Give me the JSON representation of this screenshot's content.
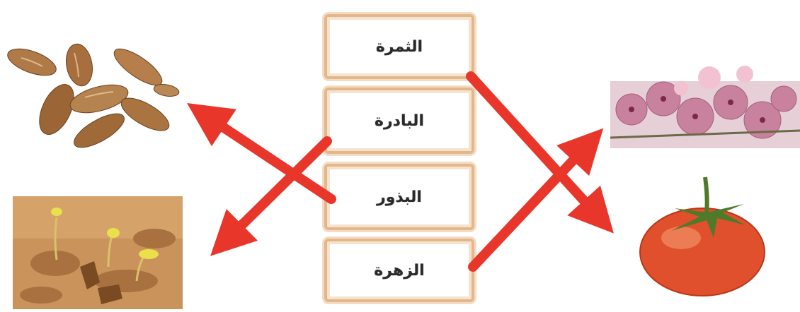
{
  "labels": [
    {
      "id": "fruit",
      "text": "الثمرة"
    },
    {
      "id": "seedling",
      "text": "البادرة"
    },
    {
      "id": "seeds",
      "text": "البذور"
    },
    {
      "id": "flower",
      "text": "الزهرة"
    }
  ],
  "images": [
    {
      "id": "seeds",
      "icon": "wheat-seeds-image"
    },
    {
      "id": "seedling",
      "icon": "sprouting-seedlings-image"
    },
    {
      "id": "flower",
      "icon": "pink-blossoms-image"
    },
    {
      "id": "fruit",
      "icon": "tomato-image"
    }
  ],
  "connections": [
    {
      "from": "fruit",
      "to": "fruit"
    },
    {
      "from": "seedling",
      "to": "seedling"
    },
    {
      "from": "seeds",
      "to": "seeds"
    },
    {
      "from": "flower",
      "to": "flower"
    }
  ],
  "colors": {
    "arrow": "#e8372a",
    "box_border": "#e3b78a",
    "box_glow": "#f3dcc3"
  }
}
